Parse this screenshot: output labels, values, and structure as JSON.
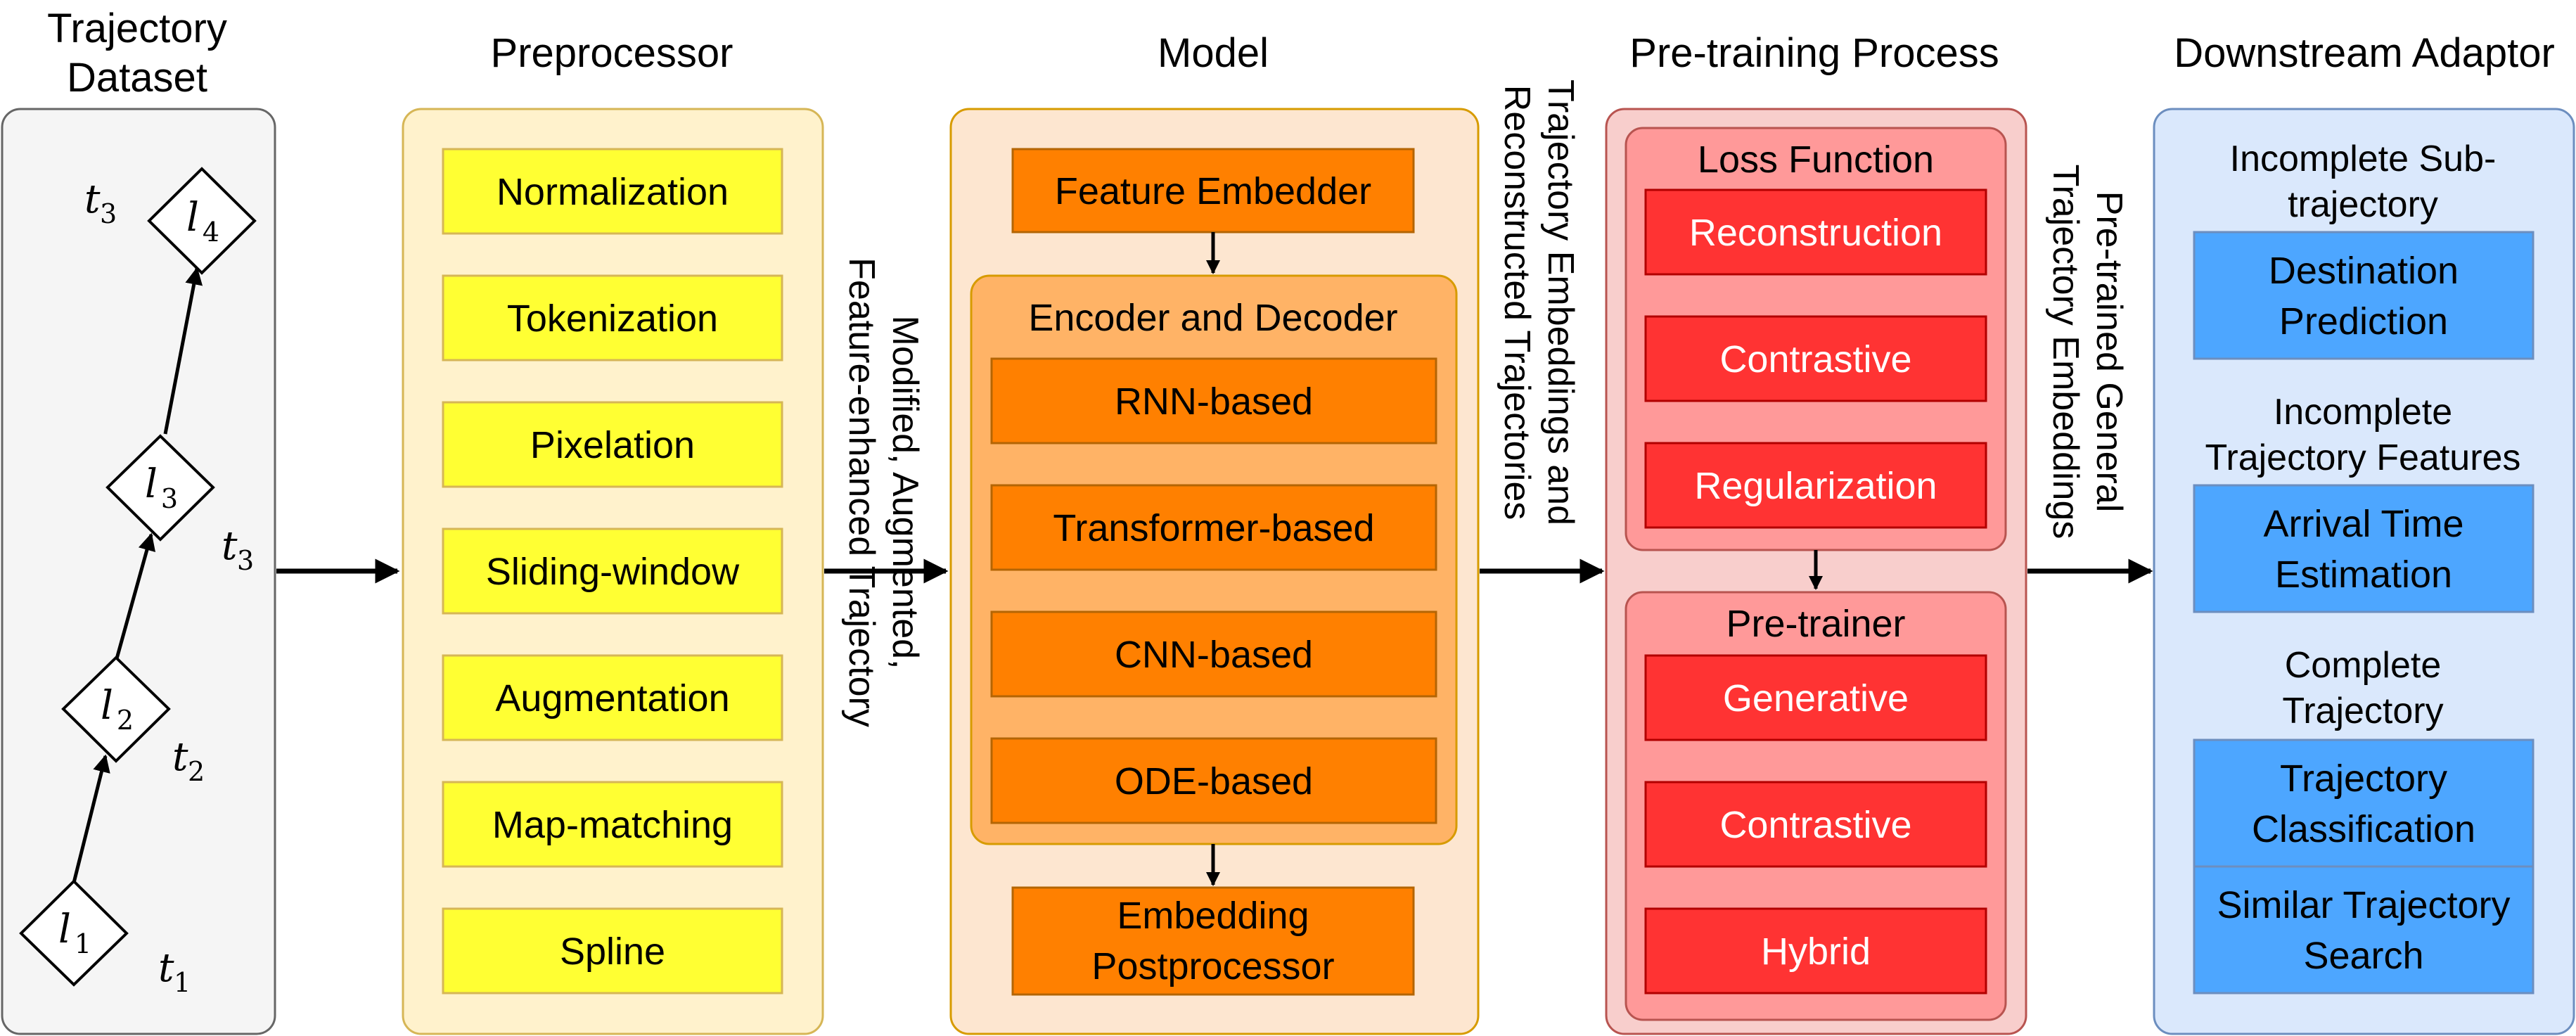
{
  "colors": {
    "dataset_bg": "#f5f5f5",
    "preprocessor_bg": "#fff2cc",
    "preprocessor_border": "#d6b656",
    "preproc_item": "#ffff33",
    "model_bg": "#fde6d0",
    "model_border": "#d79b00",
    "model_inner": "#ffb366",
    "model_item": "#ff8000",
    "pretrain_bg": "#f8cecc",
    "pretrain_border": "#b85450",
    "pretrain_inner": "#ff9999",
    "pretrain_item": "#ff3333",
    "downstream_bg": "#dae8fc",
    "downstream_border": "#6c8ebf",
    "downstream_item": "#4da6ff"
  },
  "dataset": {
    "title_line1": "Trajectory",
    "title_line2": "Dataset",
    "points": [
      {
        "l": "l",
        "l_sub": "1",
        "t": "t",
        "t_sub": "1"
      },
      {
        "l": "l",
        "l_sub": "2",
        "t": "t",
        "t_sub": "2"
      },
      {
        "l": "l",
        "l_sub": "3",
        "t": "t",
        "t_sub": "3"
      },
      {
        "l": "l",
        "l_sub": "4",
        "t": "t",
        "t_sub": "3"
      }
    ]
  },
  "preprocessor": {
    "title": "Preprocessor",
    "items": [
      "Normalization",
      "Tokenization",
      "Pixelation",
      "Sliding-window",
      "Augmentation",
      "Map-matching",
      "Spline"
    ]
  },
  "connector1": {
    "line1": "Modified, Augmented,",
    "line2": "Feature-enhanced Trajectory"
  },
  "model": {
    "title": "Model",
    "embedder": "Feature Embedder",
    "encdec_title": "Encoder and Decoder",
    "encdec_items": [
      "RNN-based",
      "Transformer-based",
      "CNN-based",
      "ODE-based"
    ],
    "post_line1": "Embedding",
    "post_line2": "Postprocessor"
  },
  "connector2": {
    "line1": "Trajectory Embeddings and",
    "line2": "Reconstructed Trajectories"
  },
  "pretraining": {
    "title": "Pre-training Process",
    "loss_title": "Loss Function",
    "loss_items": [
      "Reconstruction",
      "Contrastive",
      "Regularization"
    ],
    "trainer_title": "Pre-trainer",
    "trainer_items": [
      "Generative",
      "Contrastive",
      "Hybrid"
    ]
  },
  "connector3": {
    "line1": "Pre-trained General",
    "line2": "Trajectory Embeddings"
  },
  "downstream": {
    "title": "Downstream Adaptor",
    "group1_line1": "Incomplete Sub-",
    "group1_line2": "trajectory",
    "group1_item_line1": "Destination",
    "group1_item_line2": "Prediction",
    "group2_line1": "Incomplete",
    "group2_line2": "Trajectory Features",
    "group2_item_line1": "Arrival Time",
    "group2_item_line2": "Estimation",
    "group3_line1": "Complete",
    "group3_line2": "Trajectory",
    "group3_item1_line1": "Trajectory",
    "group3_item1_line2": "Classification",
    "group3_item2_line1": "Similar Trajectory",
    "group3_item2_line2": "Search"
  }
}
